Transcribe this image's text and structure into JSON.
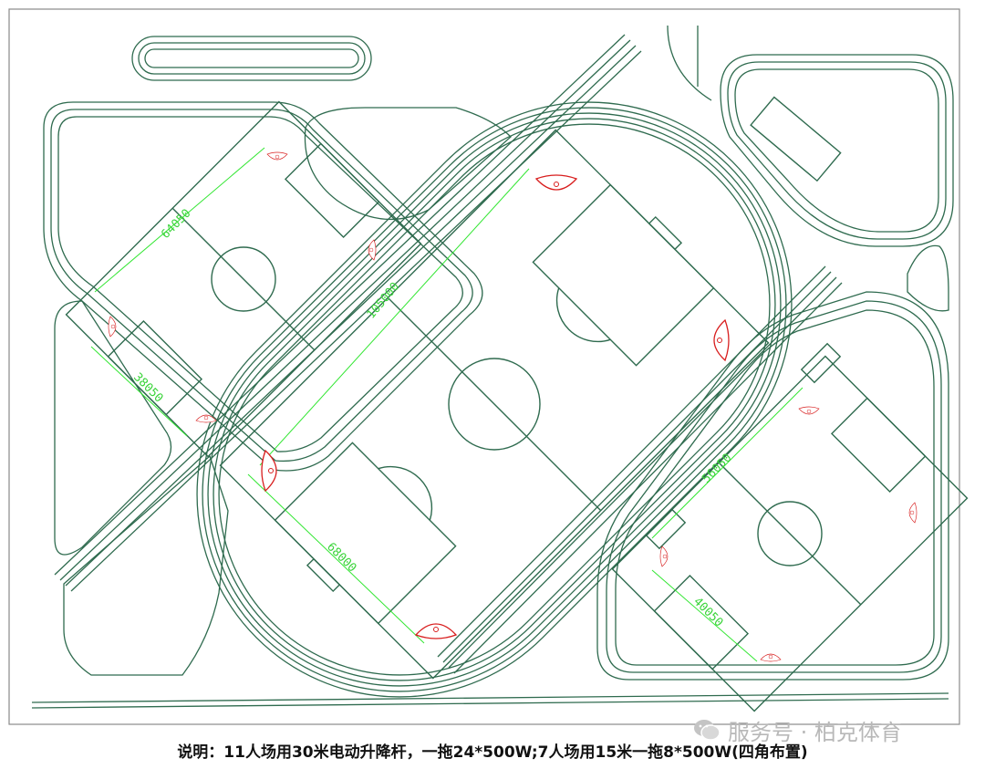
{
  "dimensions": {
    "small_field_1_length": "64050",
    "small_field_1_width": "38050",
    "main_field_length": "105000",
    "main_field_width": "68000",
    "small_field_2_length": "56050",
    "small_field_2_width": "40050"
  },
  "watermark": {
    "text": "服务号 · 柏克体育",
    "icon": "wechat-icon"
  },
  "caption": "说明：11人场用30米电动升降杆，一拖24*500W;7人场用15米一拖8*500W(四角布置)",
  "colors": {
    "track": "#2f6b4f",
    "dimension": "#32e632",
    "floodlight": "#d81e1e"
  }
}
